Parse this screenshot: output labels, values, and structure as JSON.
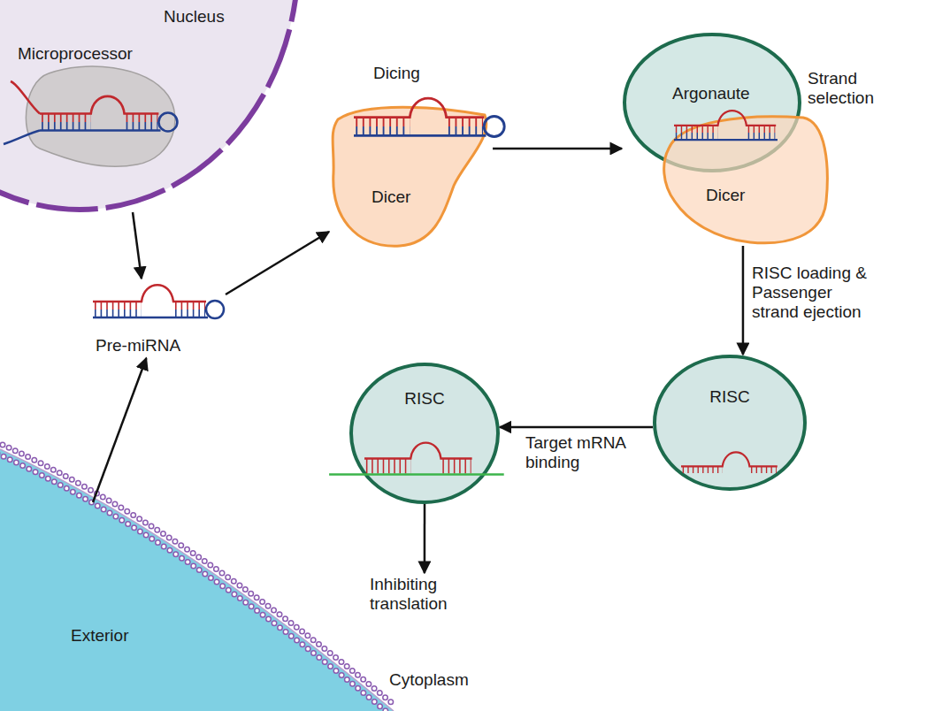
{
  "diagram": {
    "nodes": [
      {
        "text": [
          "Nucleus"
        ]
      },
      {
        "text": [
          "Microprocessor"
        ],
        "in": 0
      },
      {
        "text": [
          "Pre-miRNA"
        ]
      },
      {
        "text": [
          "Dicer"
        ]
      },
      {
        "text": [
          "Argonaute"
        ]
      },
      {
        "text": [
          "Dicer"
        ]
      },
      {
        "text": [
          "RISC"
        ]
      },
      {
        "text": [
          "RISC"
        ]
      },
      {
        "text": [
          "Inhibiting translation"
        ]
      },
      {
        "text": [
          "Exterior"
        ]
      }
    ],
    "edges": [
      {
        "from": 0,
        "to": 2,
        "arrow": "to"
      },
      {
        "from": 9,
        "to": 2,
        "arrow": "to"
      },
      {
        "from": 2,
        "to": 3,
        "arrow": "to"
      },
      {
        "from": 3,
        "to": 4,
        "arrow": "to"
      },
      {
        "from": 5,
        "to": 6,
        "label": "RISC loading & Passenger strand ejection",
        "arrow": "to"
      },
      {
        "from": 6,
        "to": 7,
        "label": "Target mRNA binding",
        "arrow": "to"
      },
      {
        "from": 7,
        "to": 8,
        "arrow": "to"
      }
    ],
    "labels": [
      "Dicing",
      "Strand selection",
      "Cytoplasm"
    ]
  }
}
